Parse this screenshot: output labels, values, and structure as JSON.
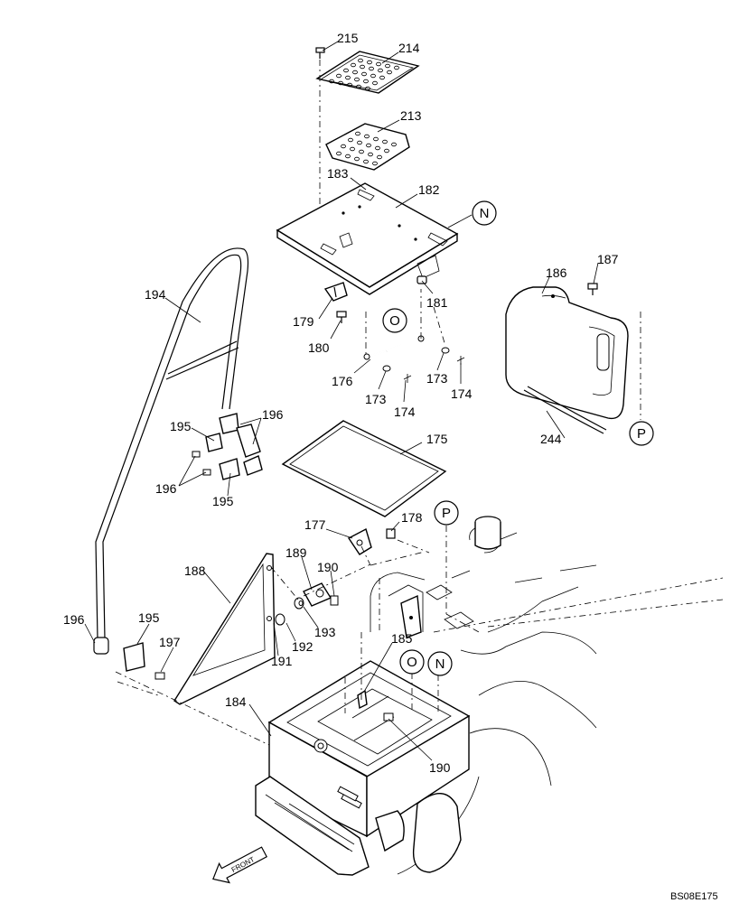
{
  "labels": {
    "p215": "215",
    "p214": "214",
    "p213": "213",
    "p183": "183",
    "p182": "182",
    "p181": "181",
    "p179": "179",
    "p180": "180",
    "p176": "176",
    "p173a": "173",
    "p173b": "173",
    "p174a": "174",
    "p174b": "174",
    "p175": "175",
    "p194": "194",
    "p195a": "195",
    "p195b": "195",
    "p195c": "195",
    "p196a": "196",
    "p196b": "196",
    "p196c": "196",
    "p197": "197",
    "p186": "186",
    "p187": "187",
    "p244": "244",
    "p177": "177",
    "p178": "178",
    "p188": "188",
    "p189": "189",
    "p190a": "190",
    "p190b": "190",
    "p191": "191",
    "p192": "192",
    "p193": "193",
    "p184": "184",
    "p185": "185"
  },
  "markers": {
    "N_top": "N",
    "O_mid": "O",
    "P_right": "P",
    "P_mid": "P",
    "O_low": "O",
    "N_low": "N"
  },
  "front_arrow": "FRONT",
  "drawing_code": "BS08E175"
}
